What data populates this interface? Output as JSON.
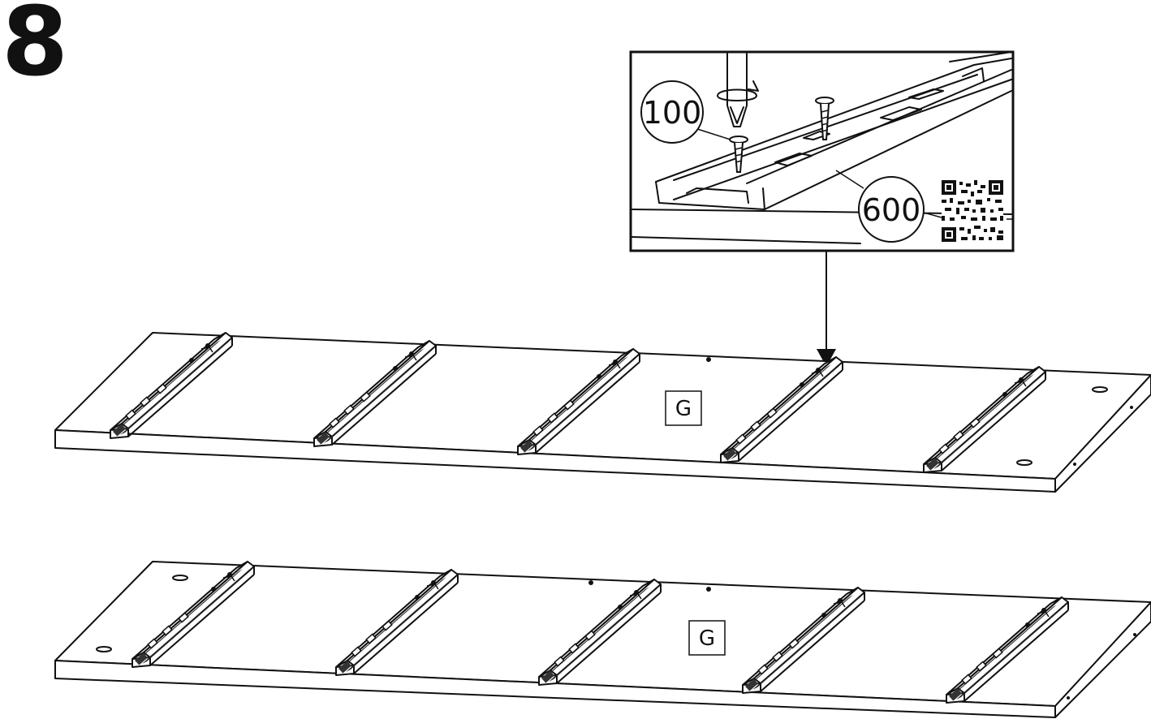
{
  "step": {
    "number": "8"
  },
  "detail": {
    "callouts": [
      {
        "label": "100"
      },
      {
        "label": "600"
      }
    ],
    "has_qr_code": true
  },
  "panels": [
    {
      "label": "G",
      "rail_count": 5
    },
    {
      "label": "G",
      "rail_count": 5
    }
  ]
}
